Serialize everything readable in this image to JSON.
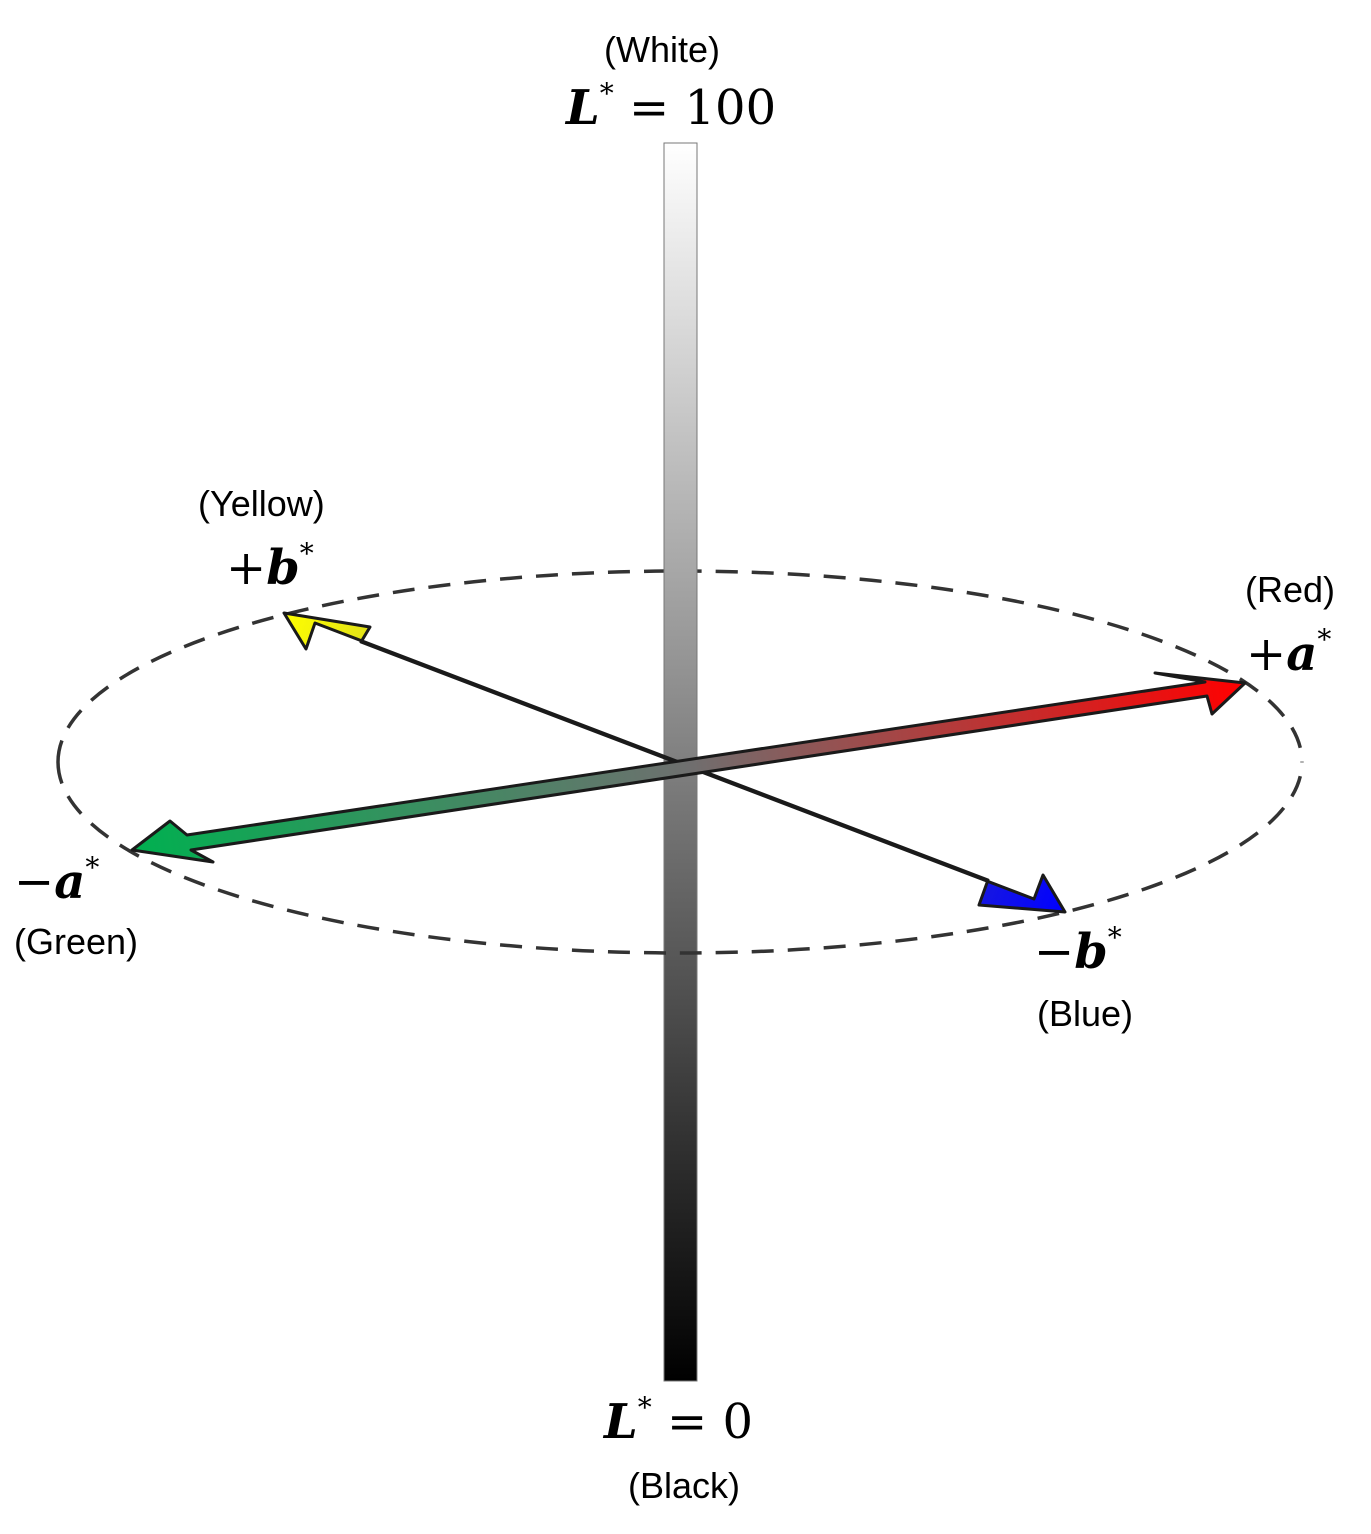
{
  "lightness_axis": {
    "top_color_name": "(White)",
    "top_variable": "L",
    "top_superscript": "*",
    "top_value": "= 100",
    "bottom_variable": "L",
    "bottom_superscript": "*",
    "bottom_value": "= 0",
    "bottom_color_name": "(Black)"
  },
  "a_axis": {
    "positive_sign": "+",
    "positive_variable": "a",
    "positive_superscript": "*",
    "positive_color_name": "(Red)",
    "negative_sign": "−",
    "negative_variable": "a",
    "negative_superscript": "*",
    "negative_color_name": "(Green)"
  },
  "b_axis": {
    "positive_sign": "+",
    "positive_variable": "b",
    "positive_superscript": "*",
    "positive_color_name": "(Yellow)",
    "negative_sign": "−",
    "negative_variable": "b",
    "negative_superscript": "*",
    "negative_color_name": "(Blue)"
  },
  "colors": {
    "white": "#ffffff",
    "black": "#000000",
    "red": "#ff0000",
    "green": "#00b050",
    "yellow": "#ffff00",
    "blue": "#0000ff",
    "neutral_gray": "#6f6f6f",
    "ellipse_stroke": "#333333",
    "arrow_outline": "#1a1a1a"
  }
}
